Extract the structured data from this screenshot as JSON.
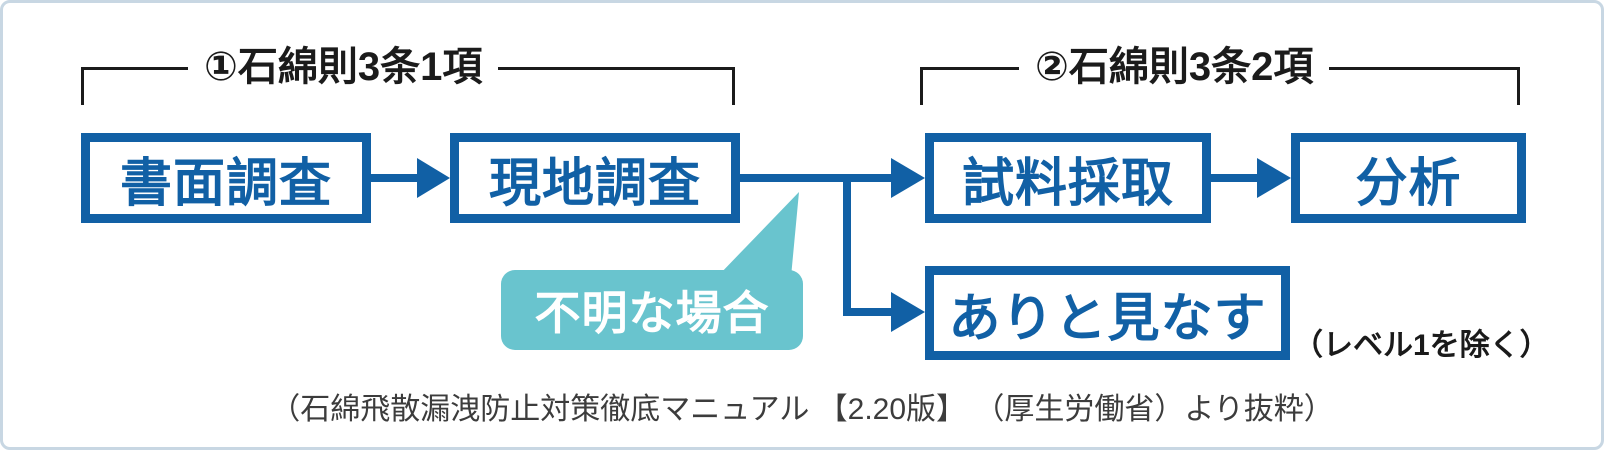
{
  "colors": {
    "flow_blue": "#1160A5",
    "callout_teal": "#69C4CE",
    "bracket_line": "#1B1B1B",
    "frame_border": "#C8D7E3",
    "note_text": "#1A1A1A",
    "caption_text": "#3C3C3C"
  },
  "brackets": {
    "one": {
      "label": "①石綿則3条1項"
    },
    "two": {
      "label": "②石綿則3条2項"
    }
  },
  "boxes": {
    "document_survey": "書面調査",
    "site_survey": "現地調査",
    "sampling": "試料採取",
    "analysis": "分析",
    "deemed_present": "ありと見なす"
  },
  "callout": {
    "label": "不明な場合"
  },
  "note": {
    "text": "（レベル1を除く）"
  },
  "caption": {
    "text": "（石綿飛散漏洩防止対策徹底マニュアル 【2.20版】 （厚生労働省）より抜粋）"
  }
}
